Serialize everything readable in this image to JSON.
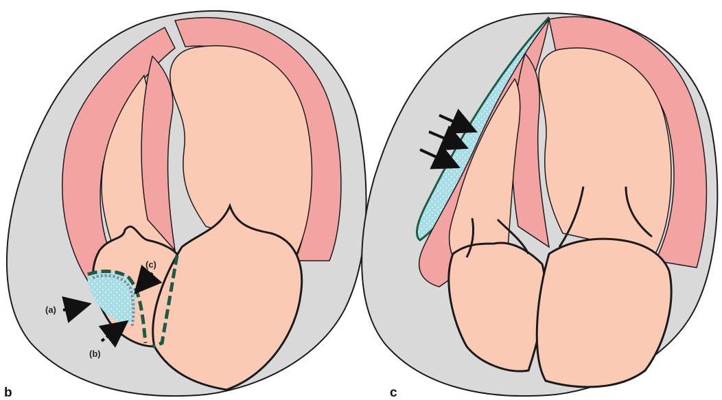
{
  "panels": [
    {
      "letter": "b",
      "callouts": {
        "a": "(a)",
        "b": "(b)",
        "c": "(c)"
      }
    },
    {
      "letter": "c"
    }
  ],
  "colors": {
    "background_gray": "#d9d9d9",
    "muscle_pink": "#f4a3a3",
    "tissue_peach": "#fbcab5",
    "fluid_blue": "#a7dde6",
    "dashed_green": "#1e5b45",
    "dashed_gray": "#8a8a8a",
    "outline": "#1a1a1a"
  }
}
